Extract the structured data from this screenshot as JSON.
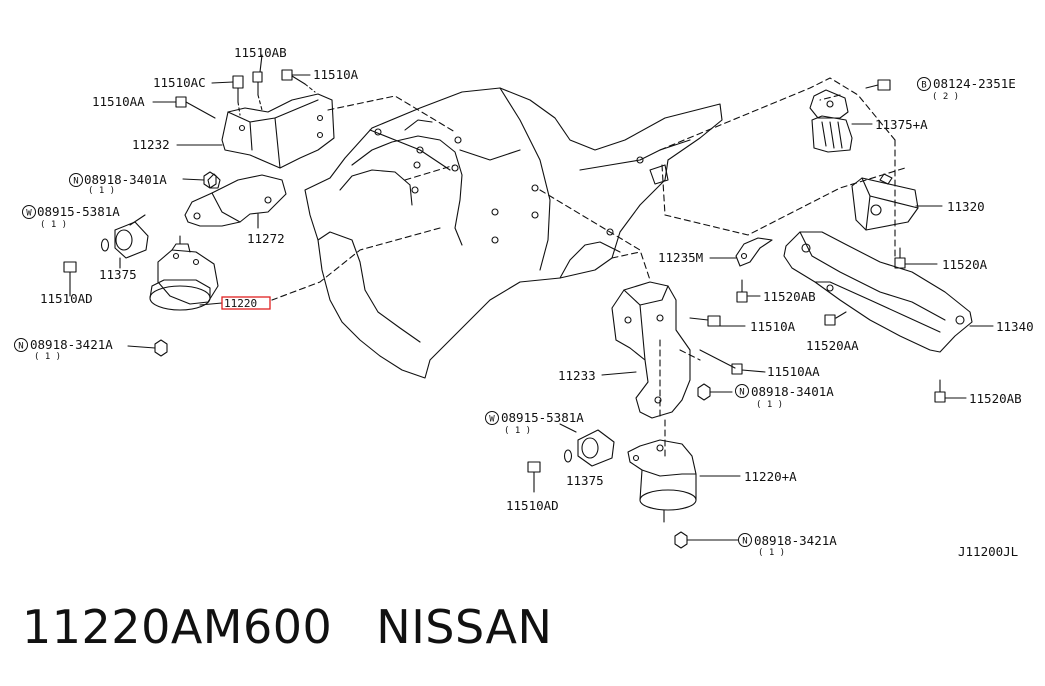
{
  "diagram_code": "J11200JL",
  "highlight_label": "11220",
  "highlight_color": "#e02020",
  "title": {
    "part_number": "11220AM600",
    "brand": "NISSAN"
  },
  "labels": {
    "l_11510ab_top": "11510AB",
    "l_11510ac": "11510AC",
    "l_11510a_top": "11510A",
    "l_11510aa_left": "11510AA",
    "l_11232": "11232",
    "l_08918_3401a_left": "08918-3401A",
    "l_08918_3401a_left_qty": "( 1 )",
    "l_08915_5381a_left": "08915-5381A",
    "l_08915_5381a_left_qty": "( 1 )",
    "l_11272": "11272",
    "l_11375_left": "11375",
    "l_11510ad_left": "11510AD",
    "l_08918_3421a_left": "08918-3421A",
    "l_08918_3421a_left_qty": "( 1 )",
    "l_08124_2351e": "08124-2351E",
    "l_08124_2351e_qty": "( 2 )",
    "l_11375a": "11375+A",
    "l_11320": "11320",
    "l_11520a": "11520A",
    "l_11235m": "11235M",
    "l_11520ab_mid": "11520AB",
    "l_11510a_mid": "11510A",
    "l_11340": "11340",
    "l_11520aa": "11520AA",
    "l_11233": "11233",
    "l_11510aa_mid": "11510AA",
    "l_08918_3401a_right": "08918-3401A",
    "l_08918_3401a_right_qty": "( 1 )",
    "l_11520ab_bottom": "11520AB",
    "l_08915_5381a_right": "08915-5381A",
    "l_08915_5381a_right_qty": "( 1 )",
    "l_11375_right": "11375",
    "l_11220a": "11220+A",
    "l_11510ad_right": "11510AD",
    "l_08918_3421a_right": "08918-3421A",
    "l_08918_3421a_right_qty": "( 1 )"
  },
  "badges": {
    "n": "N",
    "w": "W",
    "b": "B"
  }
}
